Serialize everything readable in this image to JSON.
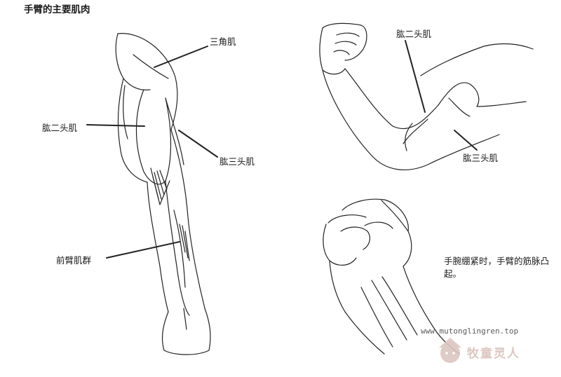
{
  "title": "手臂的主要肌肉",
  "labels": {
    "deltoid": "三角肌",
    "biceps_left": "肱二头肌",
    "triceps_left": "肱三头肌",
    "forearm": "前臂肌群",
    "biceps_right": "肱二头肌",
    "triceps_right": "肱三头肌"
  },
  "note": "手腕绷紧时，手臂的筋脉凸起。",
  "watermark": {
    "url": "www.mutonglingren.top",
    "brand": "牧童灵人",
    "logo_icon": "shepherd-boy-mascot-icon",
    "brand_color": "#dcc6c0"
  },
  "colors": {
    "line": "#1a1a1a",
    "background": "#ffffff"
  }
}
